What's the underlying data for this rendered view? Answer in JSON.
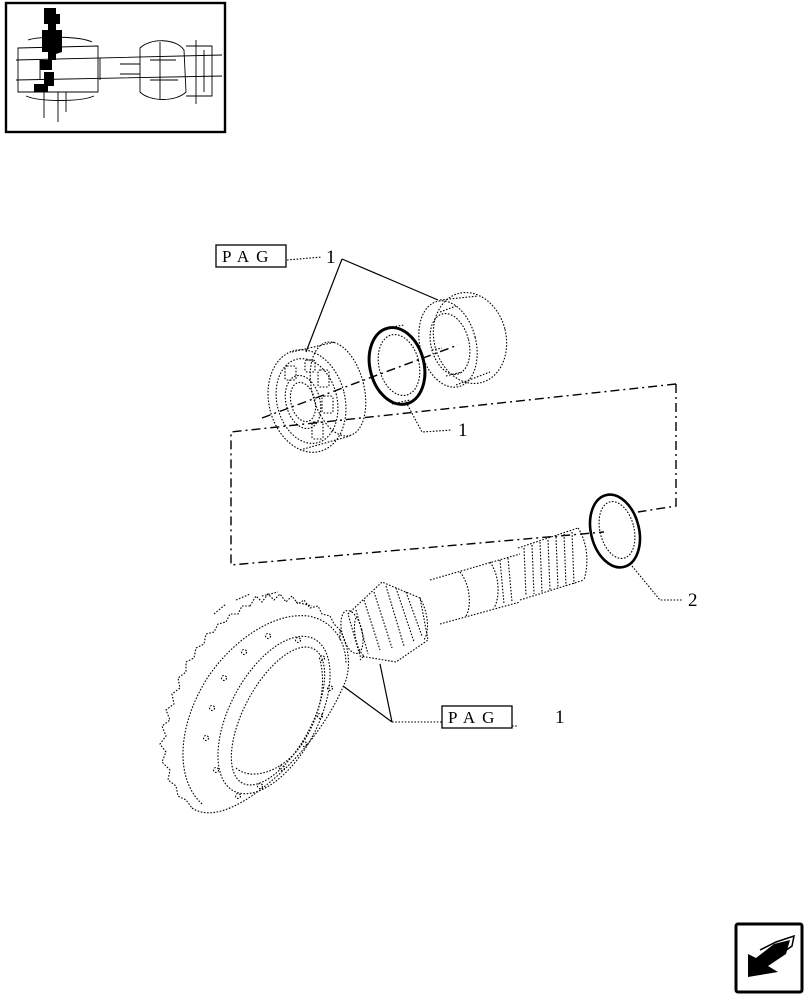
{
  "diagram": {
    "callouts": [
      {
        "id": "pag-top",
        "box_text": "PAG",
        "number": "1"
      },
      {
        "id": "seal-1",
        "number": "1"
      },
      {
        "id": "ring-2",
        "number": "2"
      },
      {
        "id": "pag-bottom",
        "box_text": "PAG",
        "number": "1"
      }
    ]
  },
  "nav": {
    "icon": "next-page-arrow-icon"
  }
}
